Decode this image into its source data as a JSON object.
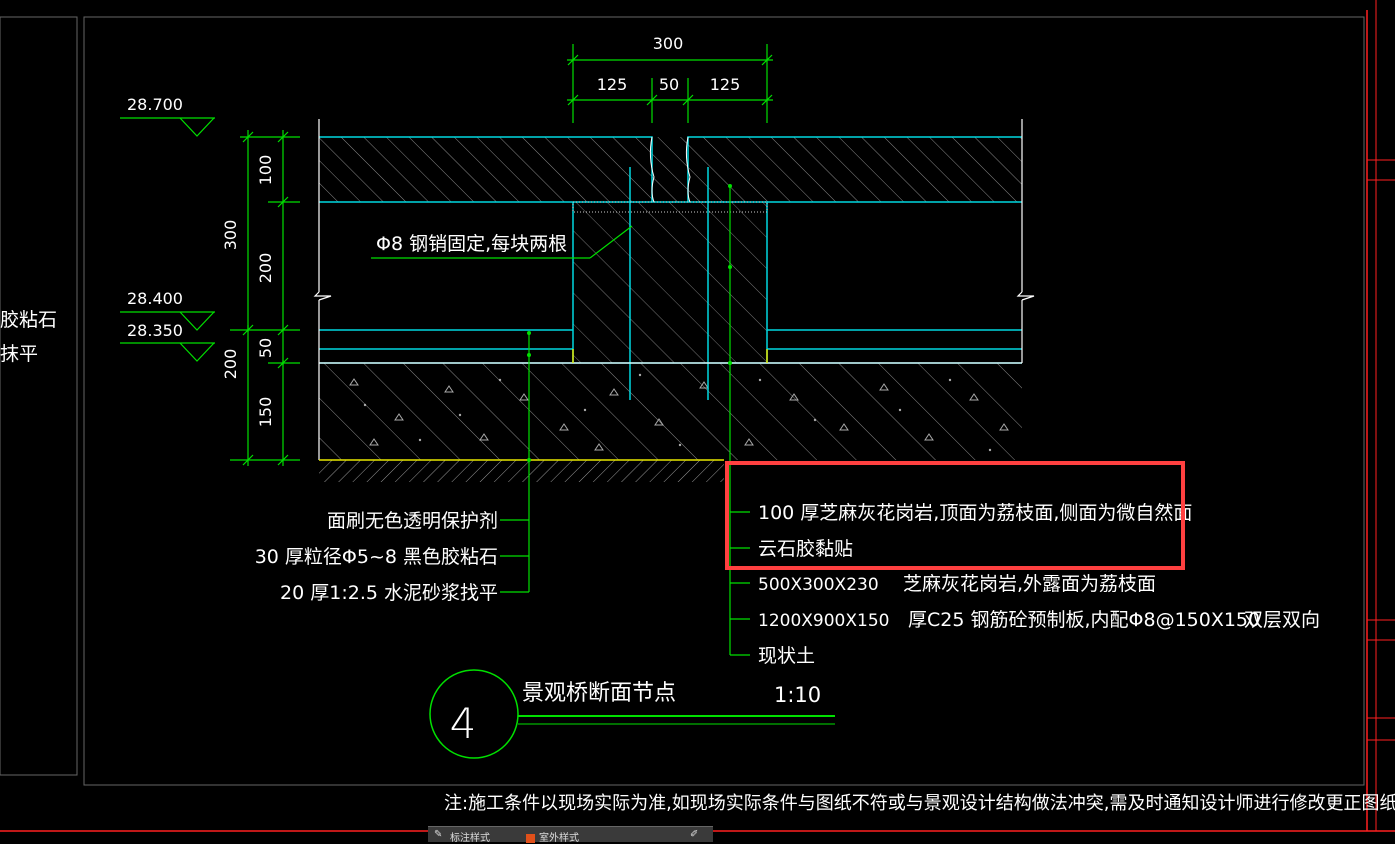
{
  "left_panel": {
    "line1": "胶粘石",
    "line2": "抹平"
  },
  "dims_top": {
    "total": "300",
    "left": "125",
    "mid": "50",
    "right": "125"
  },
  "elevations": {
    "e1": "28.700",
    "e2": "28.400",
    "e3": "28.350"
  },
  "dims_left": {
    "d100": "100",
    "d200": "200",
    "d300": "300",
    "d50": "50",
    "d200b": "200",
    "d150": "150"
  },
  "pin_note": "Φ8 钢销固定,每块两根",
  "left_notes": [
    "面刷无色透明保护剂",
    "30  厚粒径Φ5~8  黑色胶粘石",
    "20  厚1:2.5   水泥砂浆找平"
  ],
  "right_notes": {
    "n1": "100   厚芝麻灰花岗岩,顶面为荔枝面,侧面为微自然面",
    "n2": "云石胶黏贴",
    "n3a": "500X300X230",
    "n3b": "芝麻灰花岗岩,外露面为荔枝面",
    "n4a": "1200X900X150",
    "n4b": "厚C25   钢筋砼预制板,内配Φ8@150X150",
    "n4c": "双层双向",
    "n5": "现状土"
  },
  "title": {
    "number": "4",
    "name": "景观桥断面节点",
    "scale": "1:10"
  },
  "footer_note": "注:施工条件以现场实际为准,如现场实际条件与图纸不符或与景观设计结构做法冲突,需及时通知设计师进行修改更正图纸。",
  "bottom_bar": {
    "label1": "标注样式",
    "label2": "室外样式"
  },
  "colors": {
    "cyan": "#00d8e0",
    "green": "#00e000",
    "yellow": "#e8e800",
    "red": "#ff2020",
    "highlight": "#ff4040"
  }
}
